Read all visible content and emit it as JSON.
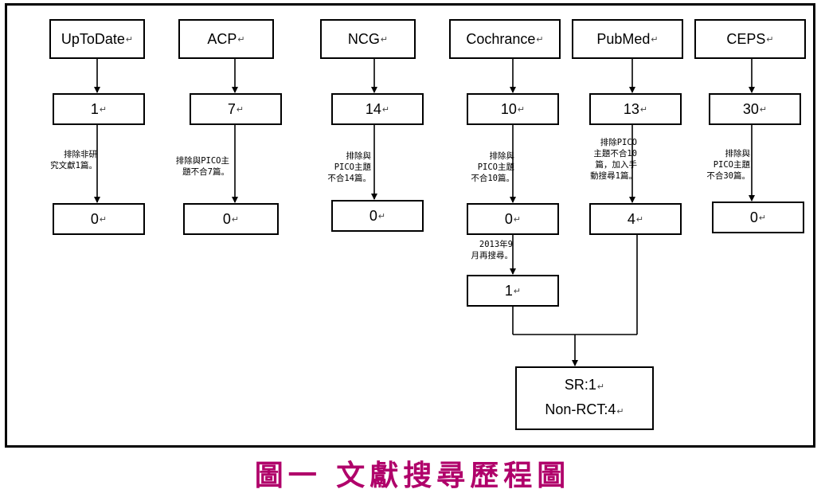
{
  "sources": [
    {
      "name": "UpToDate",
      "count": "1",
      "exclusion": "排除非研\n究文獻1篇。",
      "final": "0"
    },
    {
      "name": "ACP",
      "count": "7",
      "exclusion": "排除與PICO主\n題不合7篇。",
      "final": "0"
    },
    {
      "name": "NCG",
      "count": "14",
      "exclusion": "排除與\nPICO主題\n不合14篇。",
      "final": "0"
    },
    {
      "name": "Cochrance",
      "count": "10",
      "exclusion": "排除與\nPICO主題\n不合10篇。",
      "final": "0"
    },
    {
      "name": "PubMed",
      "count": "13",
      "exclusion": "排除PICO\n主題不合10\n篇，加入手\n動搜尋1篇。",
      "final": "4"
    },
    {
      "name": "CEPS",
      "count": "30",
      "exclusion": "排除與\nPICO主題\n不合30篇。",
      "final": "0"
    }
  ],
  "research_note": "2013年9\n月再搜尋。",
  "research_count": "1",
  "result": {
    "line1": "SR:1",
    "line2": "Non-RCT:4"
  },
  "return_mark": "↵",
  "caption": "圖一  文獻搜尋歷程圖",
  "colors": {
    "caption": "#b0006a",
    "line": "#000000"
  }
}
